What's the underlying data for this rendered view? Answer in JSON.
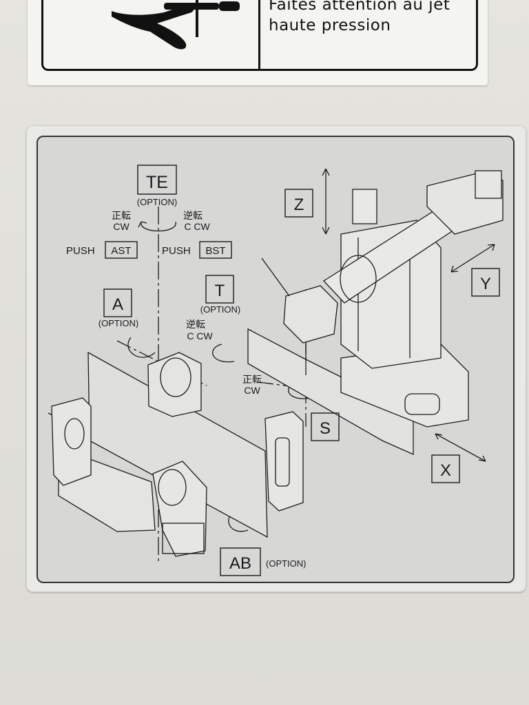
{
  "warning_label": {
    "line1": "Faites attention au jet",
    "line2": "haute pression",
    "icon": "hand-spray-icon"
  },
  "axis_plate": {
    "TE": {
      "name": "TE",
      "option": "(OPTION)",
      "ccw_jp": "逆転",
      "ccw": "C CW",
      "cw_jp": "正転",
      "cw": "CW"
    },
    "push_ast": {
      "push": "PUSH",
      "key": "AST"
    },
    "push_bst": {
      "push": "PUSH",
      "key": "BST"
    },
    "A": {
      "name": "A",
      "option": "(OPTION)"
    },
    "T": {
      "name": "T",
      "option": "(OPTION)",
      "ccw_jp": "逆転",
      "ccw": "C CW",
      "cw_jp": "正転",
      "cw": "CW"
    },
    "Z": "Z",
    "Y": "Y",
    "S": "S",
    "X": "X",
    "AB": {
      "name": "AB",
      "option": "(OPTION)"
    }
  },
  "colors": {
    "ink": "#1a1a1a",
    "plate": "#d7d8d6",
    "label": "#f4f4f1"
  }
}
